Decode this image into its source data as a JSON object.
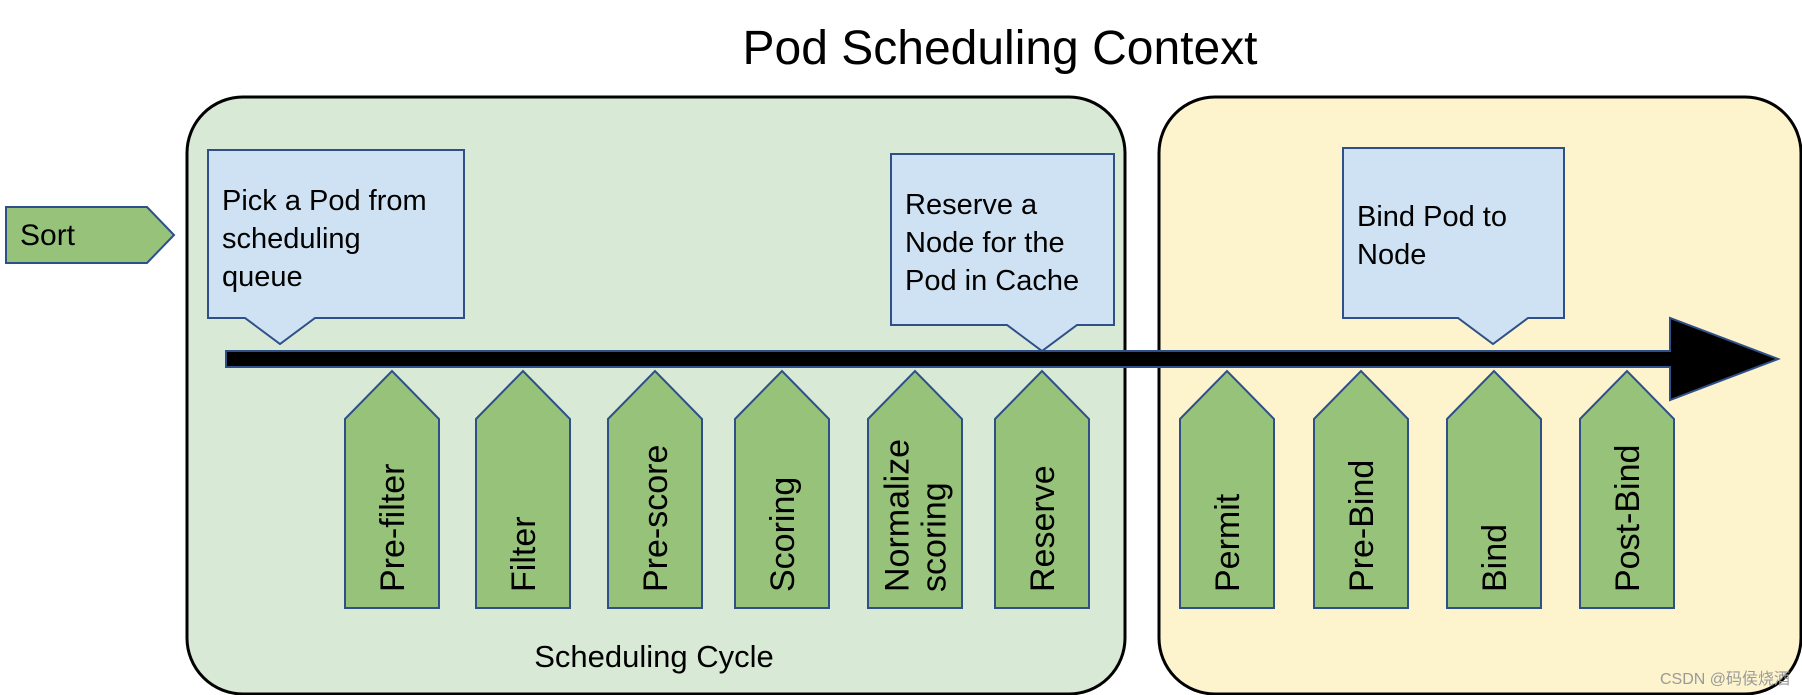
{
  "title": "Pod Scheduling Context",
  "sort_label": "Sort",
  "scheduling_cycle_label": "Scheduling Cycle",
  "callouts": {
    "pick": [
      "Pick a Pod from",
      "scheduling",
      "queue"
    ],
    "reserve": [
      "Reserve a",
      "Node for the",
      "Pod in Cache"
    ],
    "bind": [
      "Bind Pod to",
      "Node"
    ]
  },
  "scheduling_stages": [
    [
      "Pre-filter"
    ],
    [
      "Filter"
    ],
    [
      "Pre-score"
    ],
    [
      "Scoring"
    ],
    [
      "Normalize",
      "scoring"
    ],
    [
      "Reserve"
    ]
  ],
  "binding_stages": [
    [
      "Permit"
    ],
    [
      "Pre-Bind"
    ],
    [
      "Bind"
    ],
    [
      "Post-Bind"
    ]
  ],
  "watermark": "CSDN @码侯烧酒",
  "colors": {
    "scheduling_bg": "#d8e9d5",
    "binding_bg": "#fdf3cd",
    "stage_fill": "#96c27a",
    "stage_stroke": "#2e4f88",
    "callout_fill": "#cfe2f3",
    "callout_stroke": "#2e4f88",
    "arrow": "#000000"
  }
}
